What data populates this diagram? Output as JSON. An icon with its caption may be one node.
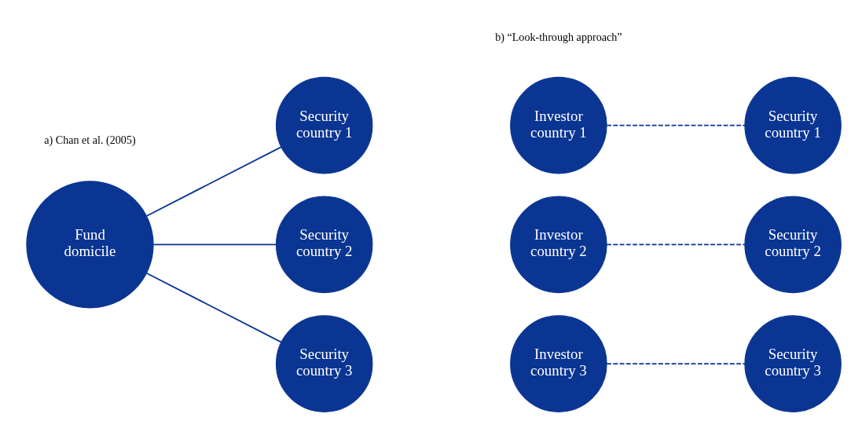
{
  "diagram": {
    "nodes": [
      {
        "text": [
          "Fund domicile"
        ]
      },
      {
        "text": [
          "Security country 1"
        ]
      },
      {
        "text": [
          "Security country 2"
        ]
      },
      {
        "text": [
          "Security country 3"
        ]
      },
      {
        "text": [
          "Investor country 1"
        ]
      },
      {
        "text": [
          "Security country 1"
        ]
      },
      {
        "text": [
          "Investor country 2"
        ]
      },
      {
        "text": [
          "Security country 2"
        ]
      },
      {
        "text": [
          "Investor country 3"
        ]
      },
      {
        "text": [
          "Security country 3"
        ]
      }
    ],
    "edges": [
      {
        "from": 0,
        "to": 1,
        "arrow": "none"
      },
      {
        "from": 0,
        "to": 2,
        "arrow": "none"
      },
      {
        "from": 0,
        "to": 3,
        "arrow": "none"
      },
      {
        "from": 4,
        "to": 5,
        "arrow": "none",
        "style": "dashed"
      },
      {
        "from": 6,
        "to": 7,
        "arrow": "none",
        "style": "dashed"
      },
      {
        "from": 8,
        "to": 9,
        "arrow": "none",
        "style": "dashed"
      }
    ],
    "labels": [
      "a) Chan et al. (2005)",
      "b) “Look-through approach”"
    ]
  }
}
